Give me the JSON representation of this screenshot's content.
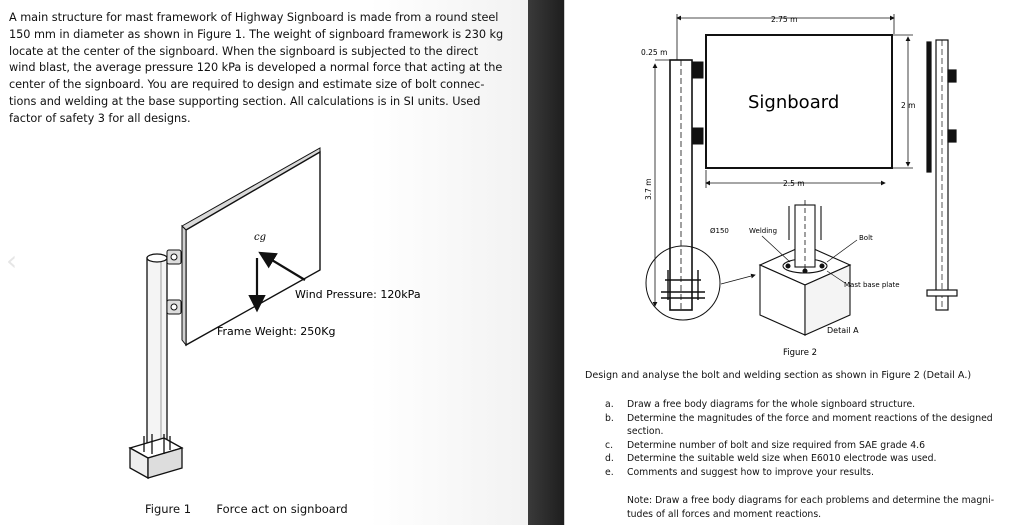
{
  "left": {
    "intro_lines": [
      "A main structure for mast framework of Highway Signboard is made from a round steel",
      "150 mm in diameter as shown in Figure 1. The weight of signboard framework is 230 kg",
      "locate at the center of the signboard. When the signboard is subjected to the direct",
      "wind blast, the average pressure 120 kPa is developed a normal force that acting at the",
      "center of the signboard. You are required to design and estimate size of bolt connec-",
      "tions and welding at the base supporting section.  All calculations is in SI units. Used",
      "factor of safety 3 for all designs."
    ],
    "figure": {
      "cg_label": "cg",
      "wind_label": "Wind Pressure: 120kPa",
      "weight_label": "Frame Weight: 250Kg",
      "caption_number": "Figure 1",
      "caption_text": "Force act on signboard"
    },
    "nav_prev_glyph": "‹"
  },
  "right": {
    "figure": {
      "width_top": "2.75 m",
      "offset_top": "0.25 m",
      "sign_label": "Signboard",
      "height_right": "2 m",
      "mast_height": "3.7 m",
      "width_bottom": "2.5 m",
      "diameter": "Ø150",
      "welding": "Welding",
      "bolt": "Bolt",
      "base_plate": "Mast base plate",
      "detail": "Detail A",
      "caption": "Figure 2"
    },
    "task_intro": "Design and analyse the bolt and welding section as shown in Figure 2 (Detail A.)",
    "tasks": [
      {
        "mark": "a.",
        "text": "Draw a free body diagrams for the whole signboard structure."
      },
      {
        "mark": "b.",
        "text": "Determine the magnitudes of the force and moment reactions of the designed section."
      },
      {
        "mark": "c.",
        "text": "Determine number of bolt and size required from SAE grade 4.6"
      },
      {
        "mark": "d.",
        "text": "Determine the suitable weld size when E6010 electrode was used."
      },
      {
        "mark": "e.",
        "text": "Comments and suggest how to improve your results."
      }
    ],
    "note": "Note: Draw a free body diagrams for each problems and determine the magni- tudes of all forces and moment reactions."
  }
}
